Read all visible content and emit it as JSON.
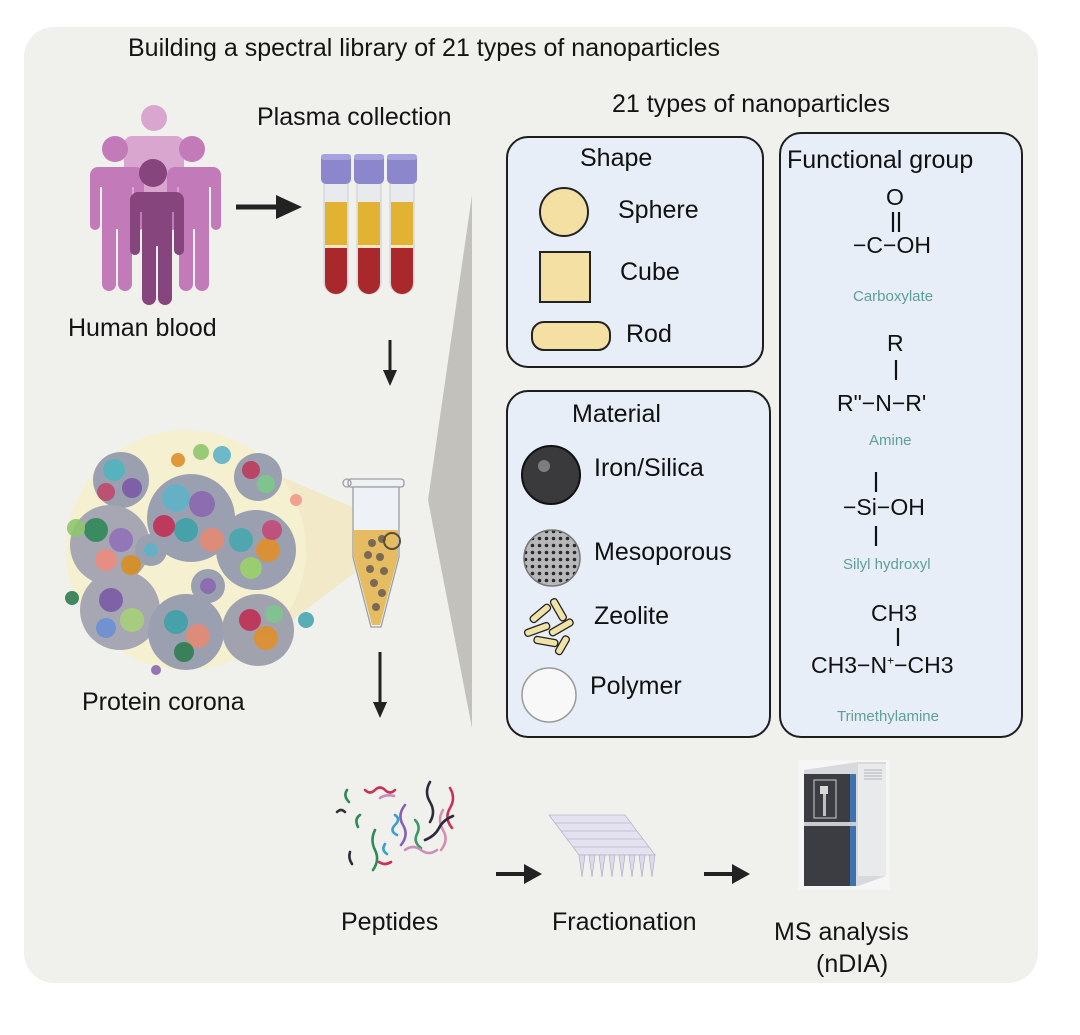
{
  "title": "Building a spectral library of 21 types of nanoparticles",
  "workflow": {
    "human_blood": "Human blood",
    "plasma_collection": "Plasma collection",
    "protein_corona": "Protein corona",
    "peptides": "Peptides",
    "fractionation": "Fractionation",
    "ms_analysis_line1": "MS analysis",
    "ms_analysis_line2": "(nDIA)"
  },
  "nanoparticles": {
    "heading": "21 types of nanoparticles",
    "shape": {
      "title": "Shape",
      "items": [
        {
          "label": "Sphere",
          "icon": "sphere-icon"
        },
        {
          "label": "Cube",
          "icon": "cube-icon"
        },
        {
          "label": "Rod",
          "icon": "rod-icon"
        }
      ]
    },
    "material": {
      "title": "Material",
      "items": [
        {
          "label": "Iron/Silica",
          "icon": "iron-silica-particle-icon"
        },
        {
          "label": "Mesoporous",
          "icon": "mesoporous-particle-icon"
        },
        {
          "label": "Zeolite",
          "icon": "zeolite-particle-icon"
        },
        {
          "label": "Polymer",
          "icon": "polymer-particle-icon"
        }
      ]
    },
    "functional_group": {
      "title": "Functional group",
      "items": [
        {
          "name": "Carboxylate",
          "formula_top": "O",
          "formula_main": "−C−OH"
        },
        {
          "name": "Amine",
          "formula_top": "R",
          "formula_main": "R\"−N−R'"
        },
        {
          "name": "Silyl hydroxyl",
          "formula_main": "−Si−OH"
        },
        {
          "name": "Trimethylamine",
          "formula_top": "CH3",
          "formula_left": "CH3−",
          "formula_center": "N",
          "formula_charge": "+",
          "formula_right": "−CH3"
        }
      ]
    }
  },
  "colors": {
    "panel_bg": "#f0f1ec",
    "box_bg": "#e7eef8",
    "particle_fill": "#f3e0a2",
    "fg_label": "#5f9e9a",
    "plasma": "#e2b233",
    "blood": "#a8282b",
    "tube_cap": "#8c86cc"
  }
}
